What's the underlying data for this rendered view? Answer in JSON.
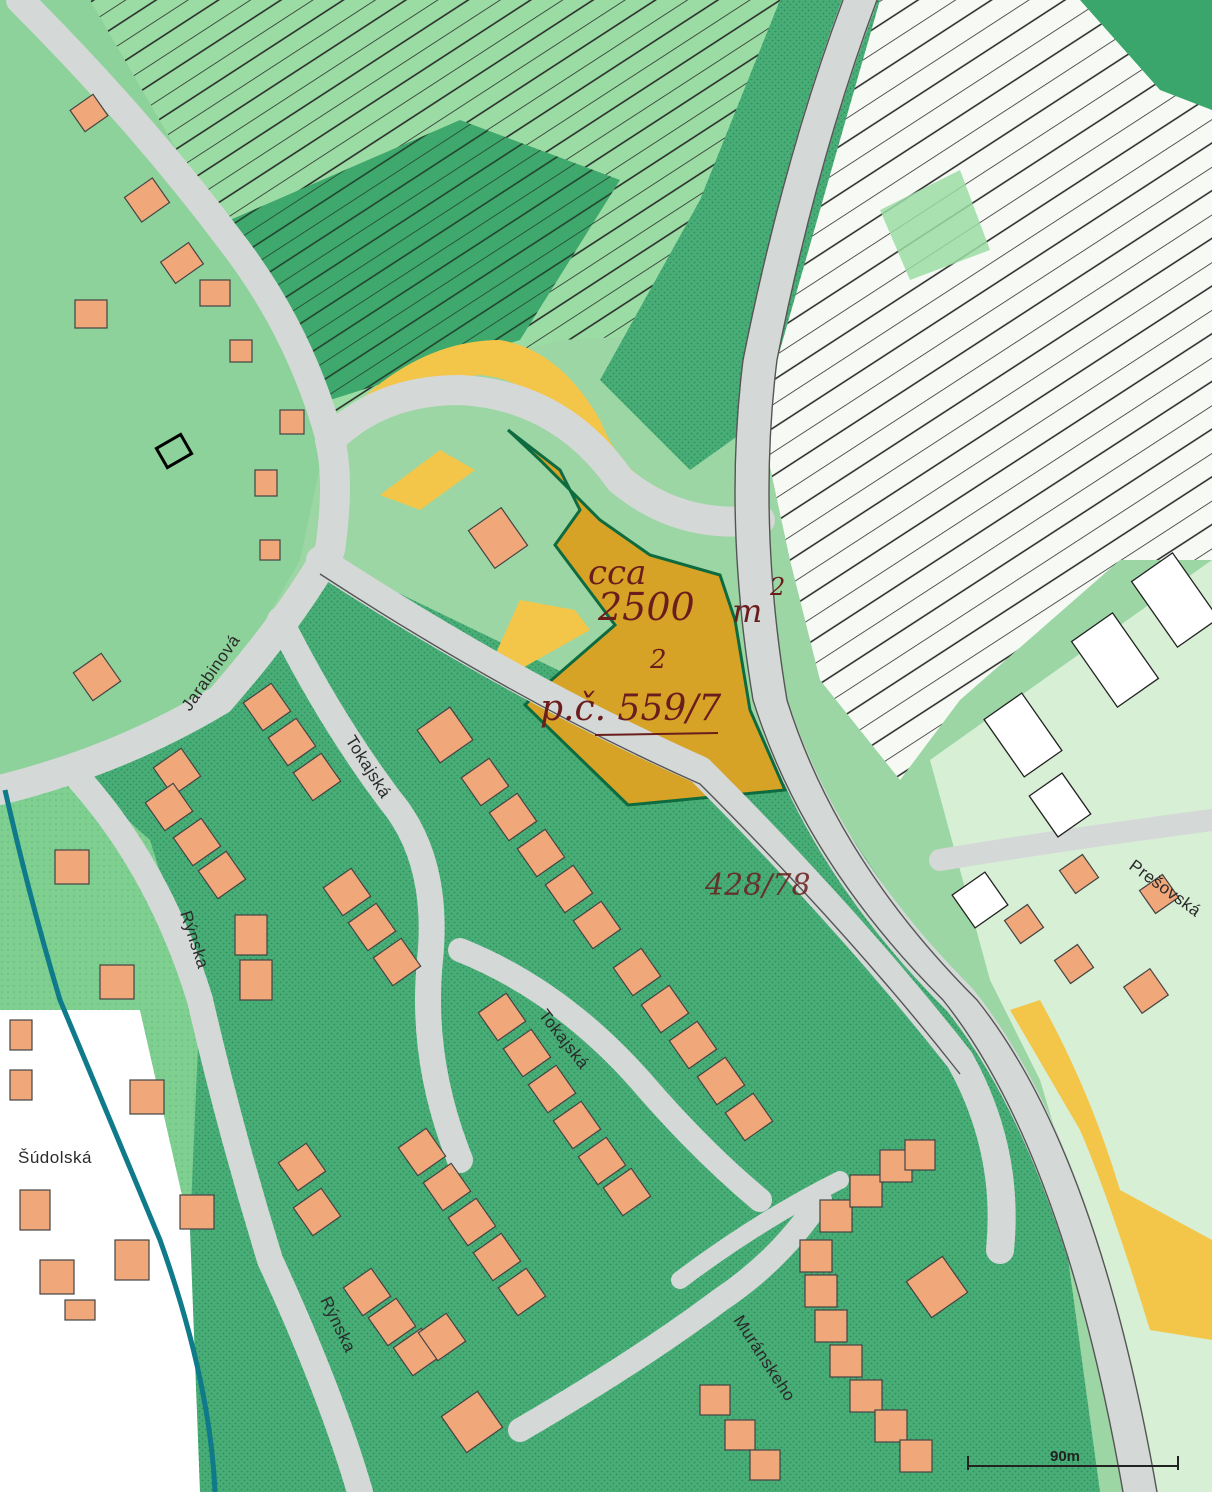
{
  "map": {
    "streets": [
      {
        "id": "jarabinova",
        "label": "Jarabinová"
      },
      {
        "id": "tokajska-1",
        "label": "Tokajská"
      },
      {
        "id": "tokajska-2",
        "label": "Tokajská"
      },
      {
        "id": "rynska-1",
        "label": "Rýnska"
      },
      {
        "id": "rynska-2",
        "label": "Rýnska"
      },
      {
        "id": "sudolska",
        "label": "Šúdolská"
      },
      {
        "id": "presovska",
        "label": "Prešovská"
      },
      {
        "id": "muranskeho",
        "label": "Muránskeho"
      }
    ],
    "annotations": {
      "cca": "cca",
      "area_value": "2500",
      "area_unit": "m",
      "area_exponent": "2",
      "parcel_sub": "2",
      "parcel_number": "p.č. 559/7",
      "neighbor_parcel": "428/78"
    },
    "scale_bar": {
      "label": "90m"
    },
    "colors": {
      "green_dark": "#3aa66b",
      "green_mid": "#7fcf90",
      "green_light": "#c6ebc8",
      "yellow_zone": "#f3c64a",
      "highlight_parcel": "#d6a327",
      "buildings": "#f0a77a",
      "roads": "#d4d8d6",
      "river": "#0f7a8a",
      "parcel_outline": "#0e6b3f",
      "annotation_ink": "#6b1d1d"
    }
  }
}
